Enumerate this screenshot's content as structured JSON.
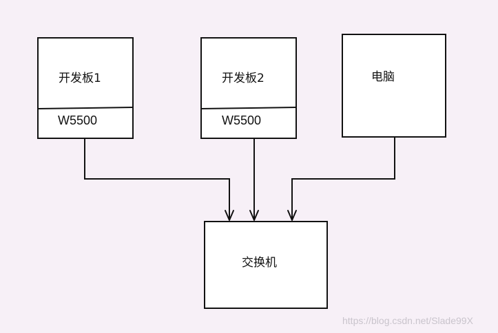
{
  "nodes": {
    "board1": {
      "title": "开发板1",
      "chip": "W5500"
    },
    "board2": {
      "title": "开发板2",
      "chip": "W5500"
    },
    "computer": {
      "title": "电脑"
    },
    "switch": {
      "title": "交换机"
    }
  },
  "watermark": "https://blog.csdn.net/Slade99X",
  "colors": {
    "background": "#f7f0f7",
    "box_fill": "#ffffff",
    "stroke": "#111111",
    "watermark": "#c9c4cc"
  }
}
